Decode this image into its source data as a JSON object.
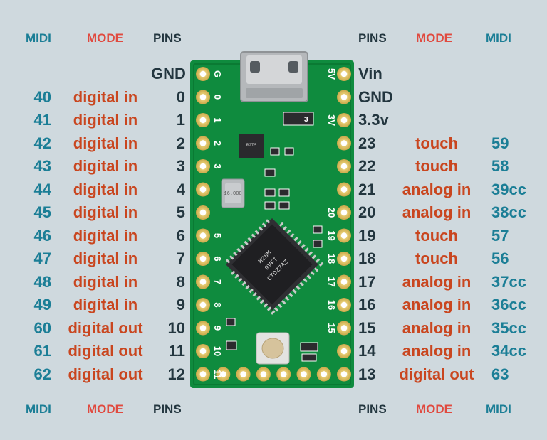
{
  "headers": {
    "top_left": {
      "midi": "MIDI",
      "mode": "MODE",
      "pins": "PINS"
    },
    "top_right": {
      "pins": "PINS",
      "mode": "MODE",
      "midi": "MIDI"
    },
    "bottom_left": {
      "midi": "MIDI",
      "mode": "MODE",
      "pins": "PINS"
    },
    "bottom_right": {
      "pins": "PINS",
      "mode": "MODE",
      "midi": "MIDI"
    }
  },
  "left_rows": [
    {
      "midi": "",
      "mode": "",
      "pin": "GND"
    },
    {
      "midi": "40",
      "mode": "digital in",
      "pin": "0"
    },
    {
      "midi": "41",
      "mode": "digital in",
      "pin": "1"
    },
    {
      "midi": "42",
      "mode": "digital in",
      "pin": "2"
    },
    {
      "midi": "43",
      "mode": "digital in",
      "pin": "3"
    },
    {
      "midi": "44",
      "mode": "digital in",
      "pin": "4"
    },
    {
      "midi": "45",
      "mode": "digital in",
      "pin": "5"
    },
    {
      "midi": "46",
      "mode": "digital in",
      "pin": "6"
    },
    {
      "midi": "47",
      "mode": "digital in",
      "pin": "7"
    },
    {
      "midi": "48",
      "mode": "digital in",
      "pin": "8"
    },
    {
      "midi": "49",
      "mode": "digital in",
      "pin": "9"
    },
    {
      "midi": "60",
      "mode": "digital out",
      "pin": "10"
    },
    {
      "midi": "61",
      "mode": "digital out",
      "pin": "11"
    },
    {
      "midi": "62",
      "mode": "digital out",
      "pin": "12"
    }
  ],
  "right_rows": [
    {
      "pin": "Vin",
      "mode": "",
      "midi": ""
    },
    {
      "pin": "GND",
      "mode": "",
      "midi": ""
    },
    {
      "pin": "3.3v",
      "mode": "",
      "midi": ""
    },
    {
      "pin": "23",
      "mode": "touch",
      "midi": "59"
    },
    {
      "pin": "22",
      "mode": "touch",
      "midi": "58"
    },
    {
      "pin": "21",
      "mode": "analog in",
      "midi": "39cc"
    },
    {
      "pin": "20",
      "mode": "analog in",
      "midi": "38cc"
    },
    {
      "pin": "19",
      "mode": "touch",
      "midi": "57"
    },
    {
      "pin": "18",
      "mode": "touch",
      "midi": "56"
    },
    {
      "pin": "17",
      "mode": "analog in",
      "midi": "37cc"
    },
    {
      "pin": "16",
      "mode": "analog in",
      "midi": "36cc"
    },
    {
      "pin": "15",
      "mode": "analog in",
      "midi": "35cc"
    },
    {
      "pin": "14",
      "mode": "analog in",
      "midi": "34cc"
    },
    {
      "pin": "13",
      "mode": "digital out",
      "midi": "63"
    }
  ],
  "board": {
    "silk_left": [
      "G",
      "0",
      "1",
      "2",
      "3",
      "",
      "",
      "5",
      "6",
      "7",
      "8",
      "9",
      "10",
      "11"
    ],
    "silk_right": [
      "5V",
      "",
      "3V",
      "",
      "",
      "",
      "20",
      "19",
      "18",
      "17",
      "16",
      "15",
      "",
      ""
    ],
    "chip_text": [
      "M28M",
      "9VFT",
      "CTDZ7AZ"
    ],
    "crystal_text": "16.000",
    "small_chip_text": "R2TS",
    "colors": {
      "pcb": "#0e8a3c",
      "pad": "#e1c46c",
      "silk": "#ffffff",
      "background": "#cfd9de"
    }
  }
}
